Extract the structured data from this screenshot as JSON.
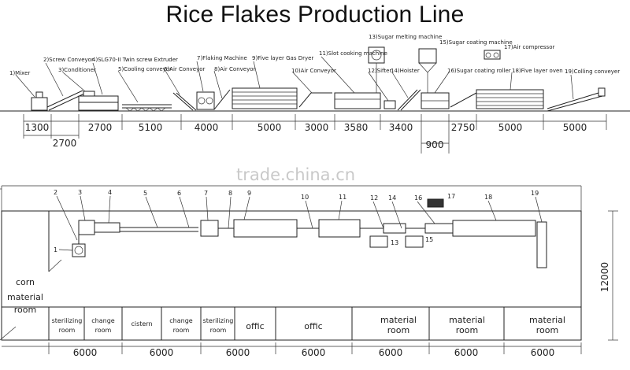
{
  "title": "Rice Flakes Production Line",
  "watermark": "trade.china.cn",
  "elevation_labels": [
    "1)Mixer",
    "2)Screw Conveyor",
    "3)Conditioner",
    "4)SLG70-II Twin screw Extruder",
    "5)Cooling conveyor",
    "6)Air Conveyor",
    "7)Flaking Machine",
    "8)Air Conveyor",
    "9)Five layer Gas Dryer",
    "10)Air Conveyor",
    "11)Slot cooking machine",
    "12)Sifter",
    "13)Sugar melting machine",
    "14)Hoister",
    "15)Sugar coating machine",
    "16)Sugar coating roller",
    "17)Air compressor",
    "18)Five layer oven",
    "19)Colling conveyer"
  ],
  "elevation_dims": [
    "1300",
    "2700",
    "5100",
    "4000",
    "5000",
    "3000",
    "3580",
    "3400",
    "2750",
    "5000",
    "5000"
  ],
  "elevation_dims_lower": [
    "2700",
    "900"
  ],
  "plan_numbers": [
    "1",
    "2",
    "3",
    "4",
    "5",
    "6",
    "7",
    "8",
    "9",
    "10",
    "11",
    "12",
    "13",
    "14",
    "15",
    "16",
    "17",
    "18",
    "19"
  ],
  "rooms": {
    "corn_line1": "corn",
    "corn_line2": "material",
    "corn_line3": "room",
    "sterilizing1_a": "sterilizing",
    "sterilizing1_b": "room",
    "change1_a": "change",
    "change1_b": "room",
    "cistern": "cistern",
    "change2_a": "change",
    "change2_b": "room",
    "sterilizing2_a": "sterilizing",
    "sterilizing2_b": "room",
    "offic1": "offic",
    "offic2": "offic",
    "material1_a": "material",
    "material1_b": "room",
    "material2_a": "material",
    "material2_b": "room",
    "material3_a": "material",
    "material3_b": "room"
  },
  "plan_dims": [
    "6000",
    "6000",
    "6000",
    "6000",
    "6000",
    "6000",
    "6000"
  ],
  "plan_height": "12000"
}
